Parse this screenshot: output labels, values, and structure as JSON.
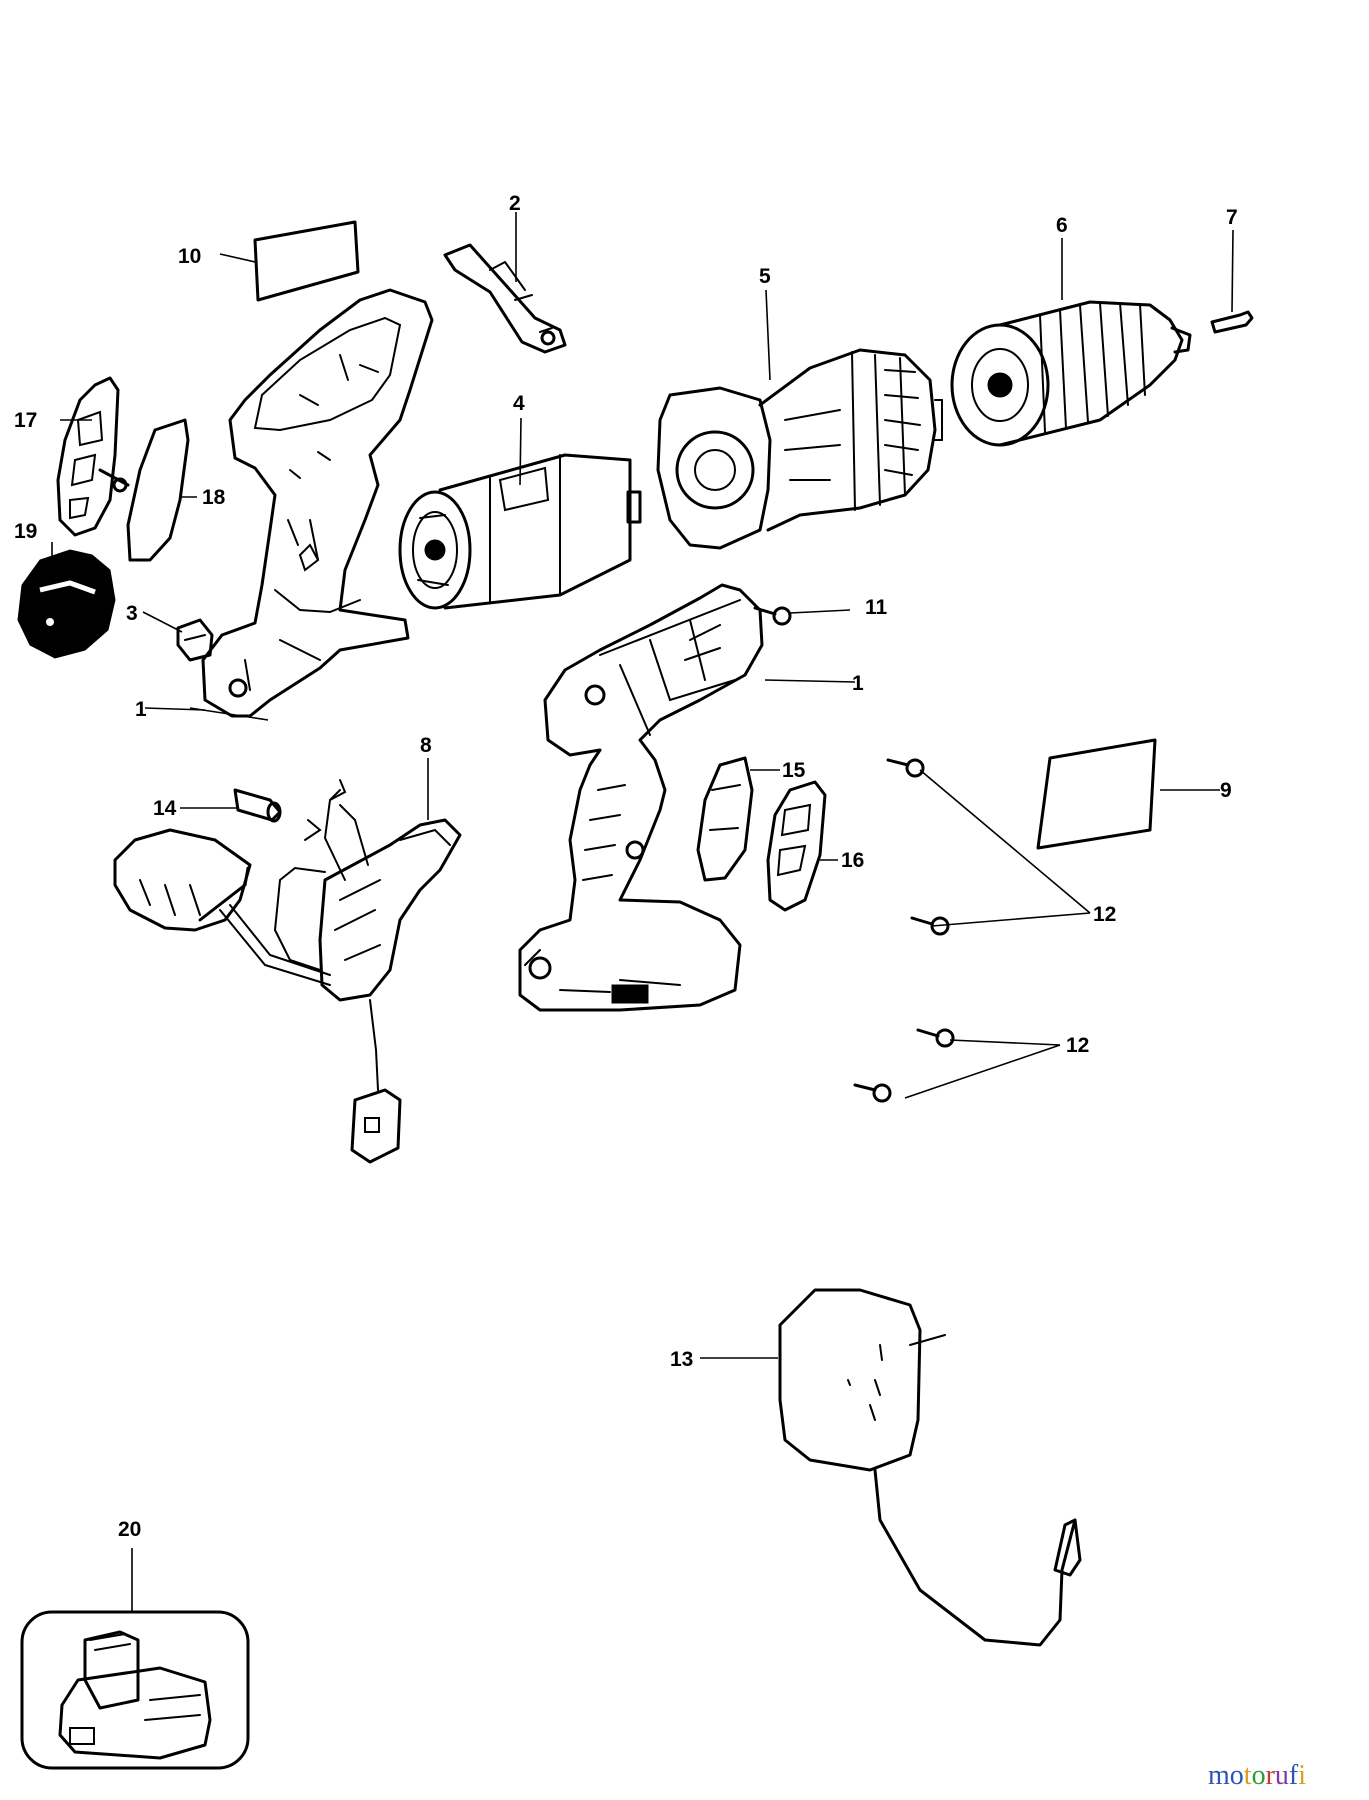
{
  "labels": {
    "l1a": "1",
    "l1b": "1",
    "l2": "2",
    "l3": "3",
    "l4": "4",
    "l5": "5",
    "l6": "6",
    "l7": "7",
    "l8": "8",
    "l9": "9",
    "l10": "10",
    "l11": "11",
    "l12a": "12",
    "l12b": "12",
    "l13": "13",
    "l14": "14",
    "l15": "15",
    "l16": "16",
    "l17": "17",
    "l18": "18",
    "l19": "19",
    "l20": "20"
  },
  "watermark": {
    "m": "m",
    "o1": "o",
    "t": "t",
    "o2": "o",
    "r": "r",
    "u": "u",
    "f": "f",
    "i": "i",
    "colors": [
      "#2a55b8",
      "#2a55b8",
      "#d8a020",
      "#2e9a3a",
      "#c83a2a",
      "#7a3aa8",
      "#2a55b8",
      "#d8a020"
    ]
  }
}
